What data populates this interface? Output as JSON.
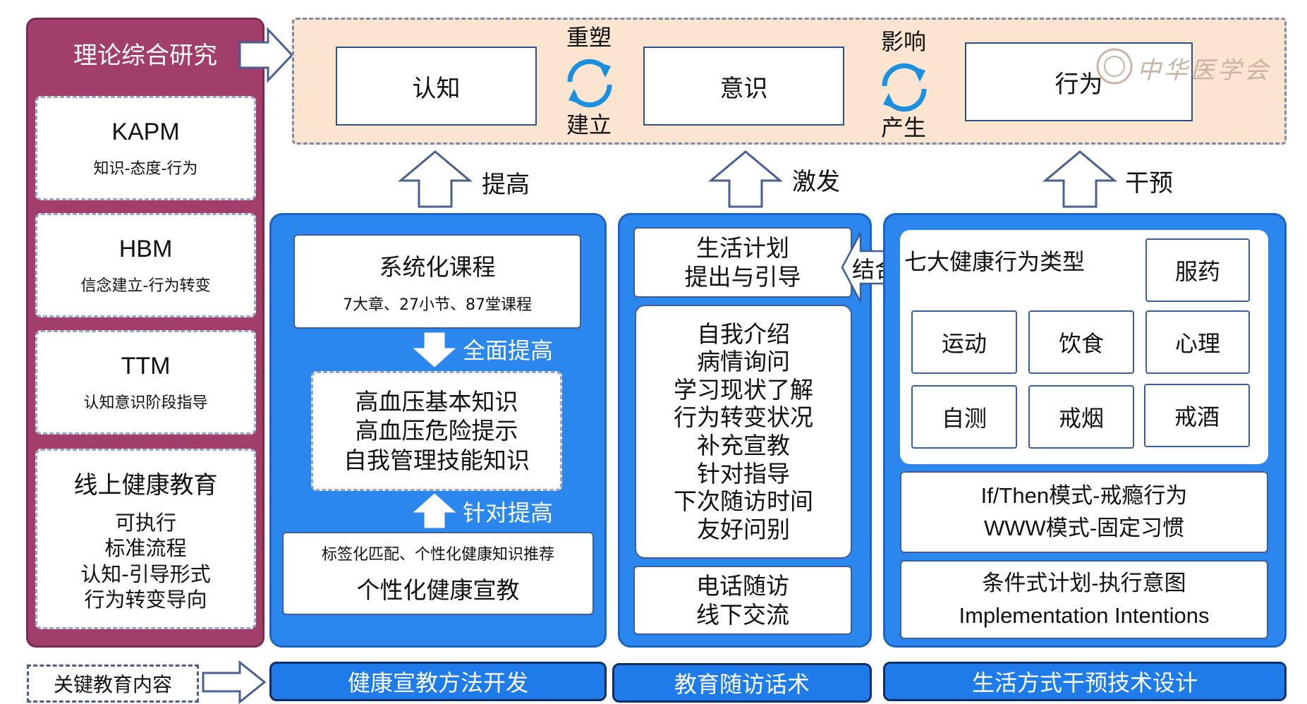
{
  "left": {
    "title": "理论综合研究",
    "models": [
      {
        "name": "KAPM",
        "sub": "知识-态度-行为"
      },
      {
        "name": "HBM",
        "sub": "信念建立-行为转变"
      },
      {
        "name": "TTM",
        "sub": "认知意识阶段指导"
      }
    ],
    "online": {
      "title": "线上健康教育",
      "lines": [
        "可执行",
        "标准流程",
        "认知-引导形式",
        "行为转变导向"
      ]
    }
  },
  "top": {
    "stages": [
      "认知",
      "意识",
      "行为"
    ],
    "cycle1": {
      "top": "重塑",
      "bottom": "建立"
    },
    "cycle2": {
      "top": "影响",
      "bottom": "产生"
    },
    "watermark": "中华医学会"
  },
  "arrows": {
    "a1": "提高",
    "a2": "激发",
    "a3": "干预"
  },
  "panel1": {
    "course_title": "系统化课程",
    "course_sub": "7大章、27小节、87堂课程",
    "arrow_down_label": "全面提高",
    "knowledge": [
      "高血压基本知识",
      "高血压危险提示",
      "自我管理技能知识"
    ],
    "arrow_up_label": "针对提高",
    "personal_sub": "标签化匹配、个性化健康知识推荐",
    "personal_title": "个性化健康宣教"
  },
  "panel2": {
    "plan": [
      "生活计划",
      "提出与引导"
    ],
    "combine": "结合",
    "script": [
      "自我介绍",
      "病情询问",
      "学习现状了解",
      "行为转变状况",
      "补充宣教",
      "针对指导",
      "下次随访时间",
      "友好问别"
    ],
    "followup": [
      "电话随访",
      "线下交流"
    ]
  },
  "panel3": {
    "types_title": "七大健康行为类型",
    "types": [
      "服药",
      "运动",
      "饮食",
      "心理",
      "自测",
      "戒烟",
      "戒酒"
    ],
    "ifthen": [
      "If/Then模式-戒瘾行为",
      "WWW模式-固定习惯"
    ],
    "intent": [
      "条件式计划-执行意图",
      "Implementation Intentions"
    ]
  },
  "bottom": {
    "key": "关键教育内容",
    "bars": [
      "健康宣教方法开发",
      "教育随访话术",
      "生活方式干预技术设计"
    ]
  },
  "colors": {
    "purple": "#a23e6a",
    "peach": "#fbe5d0",
    "blue": "#2b86ee",
    "dark_blue": "#0f2d66"
  }
}
